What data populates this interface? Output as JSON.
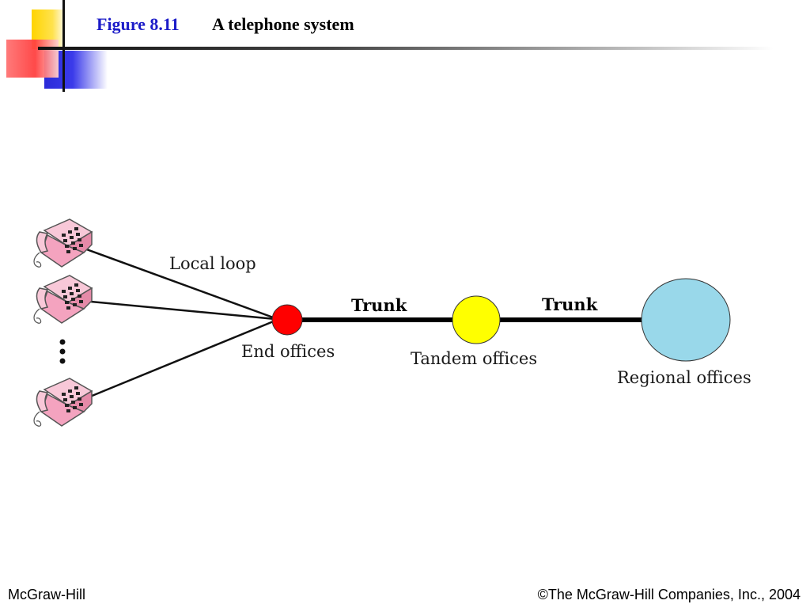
{
  "slide": {
    "figure_number": "Figure 8.11",
    "title": "A telephone system"
  },
  "diagram": {
    "labels": {
      "local_loop": "Local loop",
      "trunk_1": "Trunk",
      "trunk_2": "Trunk",
      "end_offices": "End offices",
      "tandem_offices": "Tandem offices",
      "regional_offices": "Regional offices"
    },
    "colors": {
      "end_office": "#ff0000",
      "tandem_office": "#ffff00",
      "regional_office": "#99d8ea",
      "telephone": "#f4a3bf"
    },
    "telephone_count_shown": 3,
    "ellipsis": "vertical-dots"
  },
  "footer": {
    "publisher": "McGraw-Hill",
    "copyright": "©The McGraw-Hill Companies, Inc., 2004"
  }
}
